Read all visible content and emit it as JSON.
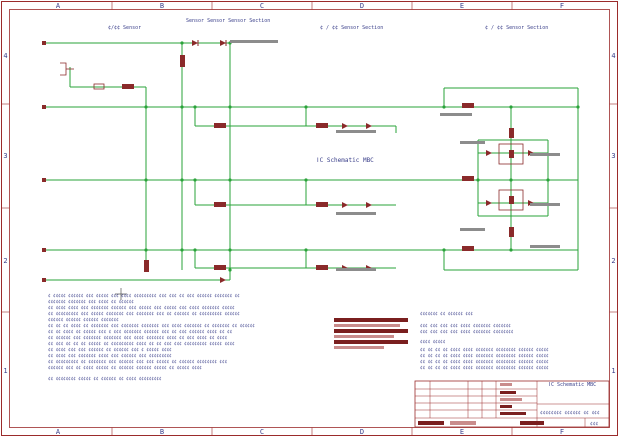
{
  "frame": {
    "columns": [
      "A",
      "B",
      "C",
      "D",
      "E",
      "F"
    ],
    "rows": [
      "4",
      "3",
      "2",
      "1"
    ]
  },
  "schematic": {
    "center_label": "ǀC Schematic MBC",
    "sections": [
      {
        "title": "¢/¢¢ Sensor"
      },
      {
        "title": "Sensor Sensor Sensor Section"
      },
      {
        "title": "¢ / ¢¢ Sensor Section"
      },
      {
        "title": "¢ / ¢¢ Sensor Section"
      }
    ],
    "notes": [
      "¢ ¢¢¢¢¢ ¢¢¢¢¢¢ ¢¢¢ ¢¢¢¢¢ ¢¢¢ ¢¢¢¢ ¢¢¢¢¢¢¢¢¢ ¢¢¢ ¢¢¢ ¢¢ ¢¢¢ ¢¢¢¢¢¢ ¢¢¢¢¢¢¢ ¢¢",
      "¢¢¢¢¢¢¢ ¢¢¢¢¢¢¢ ¢¢¢ ¢¢¢¢ ¢¢ ¢¢¢¢¢¢",
      "¢¢ ¢¢¢¢ ¢¢¢¢ ¢¢¢ ¢¢¢¢¢¢¢ ¢¢¢¢¢¢ ¢¢¢ ¢¢¢¢¢ ¢¢¢ ¢¢¢¢¢ ¢¢¢ ¢¢¢¢ ¢¢¢¢¢¢¢ ¢¢¢¢¢",
      "¢¢ ¢¢¢¢¢¢¢¢¢ ¢¢¢ ¢¢¢¢¢ ¢¢¢¢¢¢¢ ¢¢¢ ¢¢¢¢¢¢¢ ¢¢¢ ¢¢ ¢¢¢¢¢¢ ¢¢ ¢¢¢¢¢¢¢¢¢ ¢¢¢¢¢¢",
      "¢¢¢¢¢¢ ¢¢¢¢¢¢ ¢¢¢¢¢¢ ¢¢¢¢¢¢¢",
      "¢¢ ¢¢ ¢¢ ¢¢¢¢ ¢¢ ¢¢¢¢¢¢¢ ¢¢¢ ¢¢¢¢¢¢¢ ¢¢¢¢¢¢¢ ¢¢¢ ¢¢¢¢ ¢¢¢¢¢¢¢ ¢¢ ¢¢¢¢¢¢¢ ¢¢ ¢¢¢¢¢¢",
      "¢¢ ¢¢ ¢¢¢¢ ¢¢ ¢¢¢¢¢ ¢¢¢ ¢ ¢¢¢ ¢¢¢¢¢¢¢ ¢¢¢¢¢¢ ¢¢¢ ¢¢ ¢¢¢ ¢¢¢¢¢¢ ¢¢¢¢ ¢¢ ¢¢",
      "¢¢ ¢¢¢¢¢¢ ¢¢¢ ¢¢¢¢¢¢¢ ¢¢¢¢¢¢¢ ¢¢¢ ¢¢¢¢ ¢¢¢¢¢¢¢ ¢¢¢¢ ¢¢ ¢¢¢ ¢¢¢¢ ¢¢ ¢¢¢¢",
      "¢¢ ¢¢¢ ¢¢ ¢¢ ¢¢ ¢¢¢¢¢ ¢¢ ¢¢¢¢¢¢¢¢¢ ¢¢¢¢ ¢¢ ¢¢ ¢¢¢ ¢¢¢ ¢¢¢¢¢¢¢¢¢ ¢¢¢¢¢ ¢¢¢¢",
      "¢¢ ¢¢¢¢ ¢¢¢ ¢¢¢ ¢¢¢¢¢¢ ¢¢ ¢¢¢¢¢¢ ¢¢¢ ¢ ¢¢¢¢¢ ¢¢¢¢",
      "¢¢ ¢¢¢¢ ¢¢¢ ¢¢¢¢¢¢¢ ¢¢¢¢ ¢¢¢ ¢¢¢¢¢¢ ¢¢¢ ¢¢¢¢¢¢¢¢¢",
      "¢¢ ¢¢¢¢¢¢¢¢¢ ¢¢ ¢¢¢¢¢¢¢ ¢¢¢ ¢¢¢¢¢¢ ¢¢¢ ¢¢¢ ¢¢¢¢¢ ¢¢ ¢¢¢¢¢¢ ¢¢¢¢¢¢¢¢ ¢¢¢",
      "¢¢¢¢¢¢ ¢¢¢ ¢¢ ¢¢¢¢ ¢¢¢¢¢ ¢¢ ¢¢¢¢¢¢ ¢¢¢¢¢¢ ¢¢¢¢¢ ¢¢ ¢¢¢¢¢ ¢¢¢¢",
      "¢¢ ¢¢¢¢¢¢¢¢ ¢¢¢¢¢ ¢¢ ¢¢¢¢¢¢ ¢¢ ¢¢¢¢ ¢¢¢¢¢¢¢¢¢"
    ],
    "legend": {
      "title": "¢¢¢¢¢¢¢ ¢¢ ¢¢¢¢¢¢ ¢¢¢",
      "rows": [
        "¢¢¢  ¢¢¢  ¢¢¢  ¢¢¢        ¢¢¢¢     ¢¢¢¢¢¢¢ ¢¢¢¢¢¢¢",
        "¢¢¢  ¢¢¢  ¢¢¢  ¢¢¢        ¢¢¢¢     ¢¢¢¢¢¢¢ ¢¢¢¢¢¢¢¢",
        "¢¢¢¢ ¢¢¢¢¢",
        "¢¢ ¢¢  ¢¢  ¢¢  ¢¢¢¢    ¢¢¢¢    ¢¢¢¢¢¢¢ ¢¢¢¢¢¢¢¢ ¢¢¢¢¢¢ ¢¢¢¢¢",
        "¢¢ ¢¢  ¢¢  ¢¢  ¢¢¢¢    ¢¢¢¢    ¢¢¢¢¢¢¢ ¢¢¢¢¢¢¢¢ ¢¢¢¢¢¢ ¢¢¢¢¢",
        "¢¢ ¢¢  ¢¢  ¢¢  ¢¢¢¢    ¢¢¢¢    ¢¢¢¢¢¢¢ ¢¢¢¢¢¢¢¢ ¢¢¢¢¢¢ ¢¢¢¢¢",
        "¢¢ ¢¢  ¢¢  ¢¢  ¢¢¢¢    ¢¢¢¢    ¢¢¢¢¢¢¢ ¢¢¢¢¢¢¢¢ ¢¢¢¢¢¢ ¢¢¢¢¢"
      ]
    },
    "title_block": {
      "title": "ǀC Schematic MBC",
      "doc_number": "¢¢¢¢¢¢¢¢ ¢¢¢¢¢¢ ¢¢ ¢¢¢",
      "sheet": "¢¢¢"
    }
  },
  "colors": {
    "frame": "#9b2b2b",
    "wire": "#2aa33a",
    "component": "#8a2a2a",
    "text": "#3a3f8a",
    "placeholder_bar": "#8c8c8c"
  }
}
